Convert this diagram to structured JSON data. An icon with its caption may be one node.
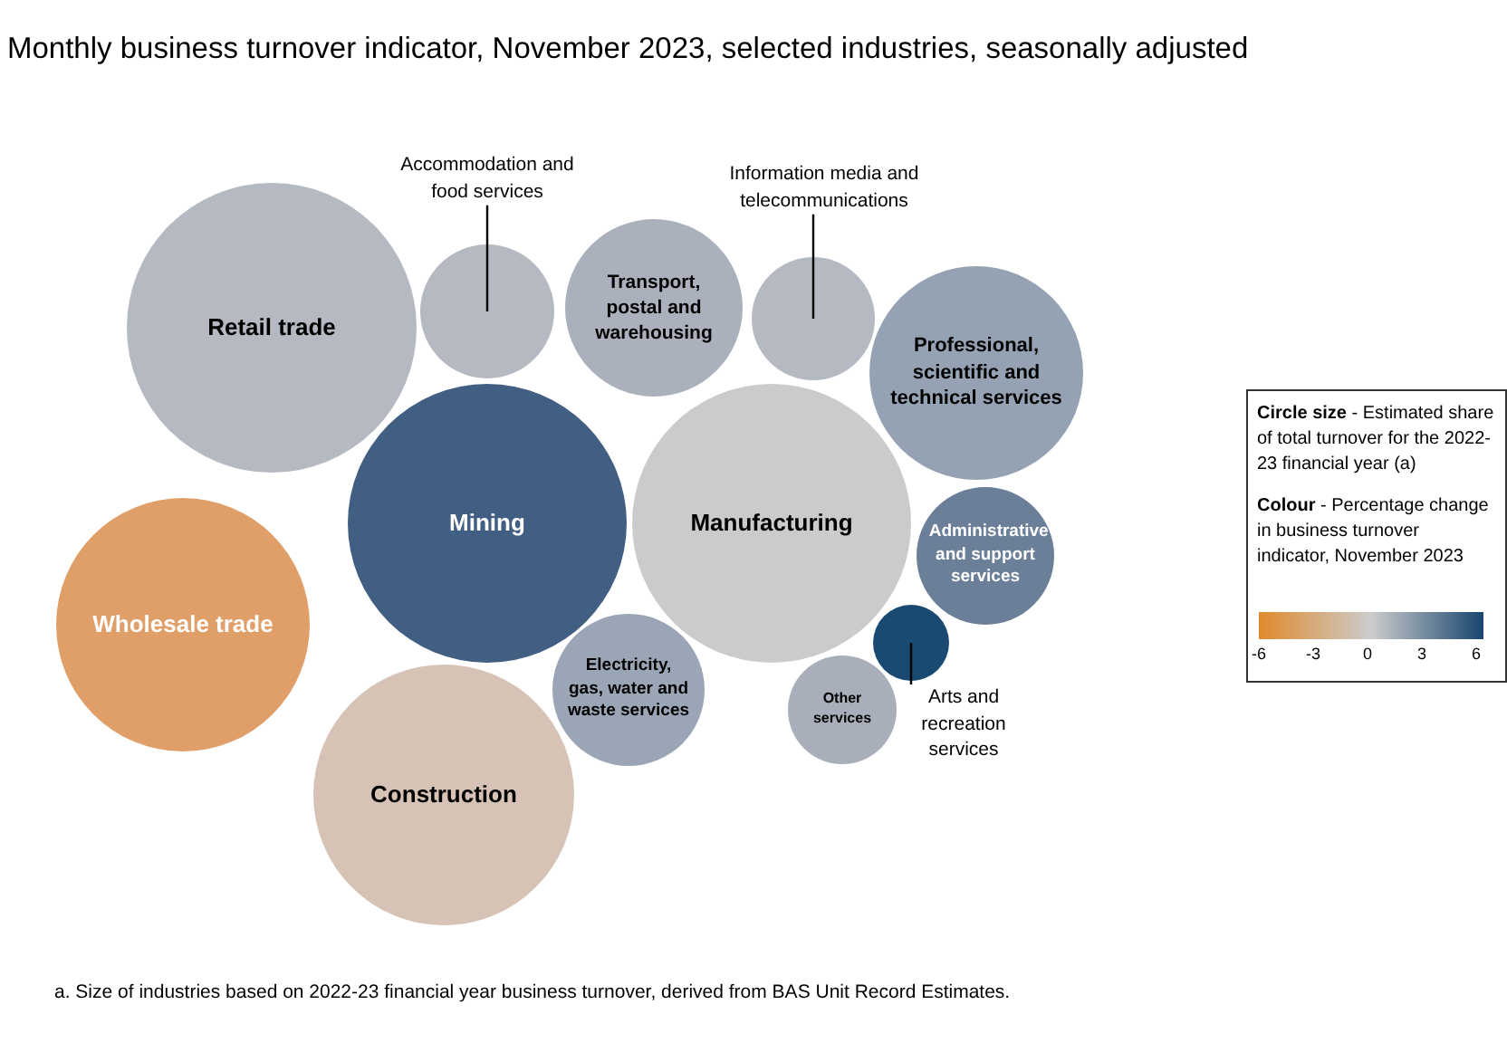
{
  "diagram": {
    "title": "Monthly business turnover indicator, November 2023, selected industries, seasonally adjusted",
    "caption": "a. Size of industries based on 2022-23 financial year business turnover, derived from BAS Unit Record Estimates.",
    "nodes": [
      {
        "text": [
          "Retail trade"
        ]
      },
      {
        "text": [
          "Accommodation and food services"
        ]
      },
      {
        "text": [],
        "shape": "circle"
      },
      {
        "text": [
          "Transport, postal and warehousing"
        ]
      },
      {
        "text": [
          "Information media and telecommunications"
        ]
      },
      {
        "text": [],
        "shape": "circle"
      },
      {
        "text": [
          "Professional, scientific and technical services"
        ]
      },
      {
        "text": [
          "Mining"
        ]
      },
      {
        "text": [
          "Manufacturing"
        ]
      },
      {
        "text": [
          "Administrative and support services"
        ]
      },
      {
        "text": [
          "Wholesale trade"
        ]
      },
      {
        "text": [
          "Electricity, gas, water and waste services"
        ]
      },
      {
        "text": [],
        "shape": "circle"
      },
      {
        "text": [
          "Arts and recreation services"
        ]
      },
      {
        "text": [
          "Other services"
        ]
      },
      {
        "text": [
          "Construction"
        ]
      }
    ],
    "edges": [
      {
        "from": 1,
        "to": 2,
        "arrow": "none"
      },
      {
        "from": 4,
        "to": 5,
        "arrow": "none"
      },
      {
        "from": 13,
        "to": 12,
        "arrow": "none"
      }
    ],
    "labels": [
      "-6",
      "-3",
      "0",
      "3",
      "6"
    ],
    "legend": [
      {
        "text": "**Circle size** - Estimated share of total turnover for the 2022-23 financial year (a)"
      },
      {
        "text": "**Colour** - Percentage change in business turnover indicator, November 2023"
      }
    ]
  }
}
